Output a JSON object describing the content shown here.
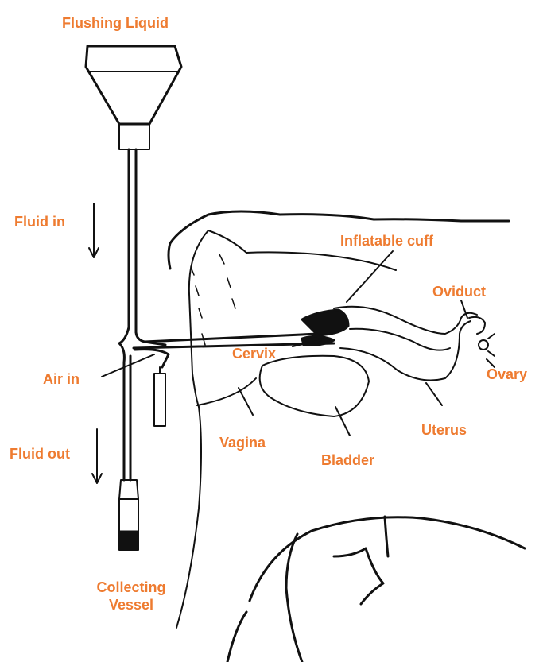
{
  "labels": {
    "flushing_liquid": "Flushing Liquid",
    "fluid_in": "Fluid in",
    "fluid_out": "Fluid out",
    "air_in": "Air in",
    "inflatable_cuff": "Inflatable cuff",
    "oviduct": "Oviduct",
    "cervix": "Cervix",
    "ovary": "Ovary",
    "vagina": "Vagina",
    "uterus": "Uterus",
    "bladder": "Bladder",
    "collecting_line1": "Collecting",
    "collecting_line2": "Vessel"
  },
  "colors": {
    "label": "#ee7b30",
    "ink": "#111111"
  }
}
